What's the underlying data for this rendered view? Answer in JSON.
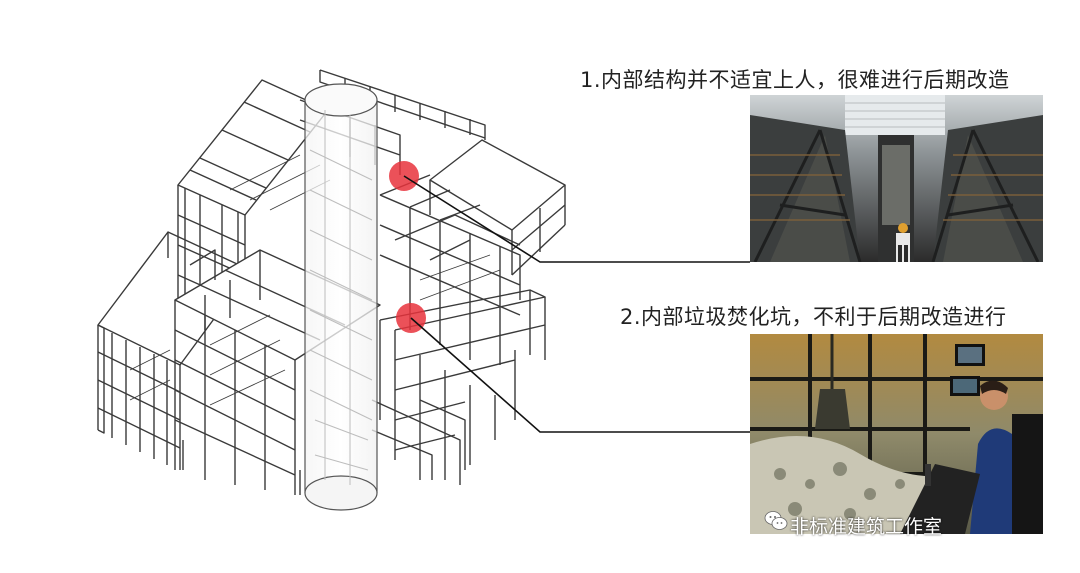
{
  "annotations": [
    {
      "label": "1.内部结构并不适宜上人，很难进行后期改造"
    },
    {
      "label": "2.内部垃圾焚化坑，不利于后期改造进行"
    }
  ],
  "watermark": {
    "text": "非标准建筑工作室",
    "icon": "wechat-icon"
  },
  "colors": {
    "marker": "#e8323c",
    "line": "#111111",
    "frame": "#3a3a3a"
  }
}
